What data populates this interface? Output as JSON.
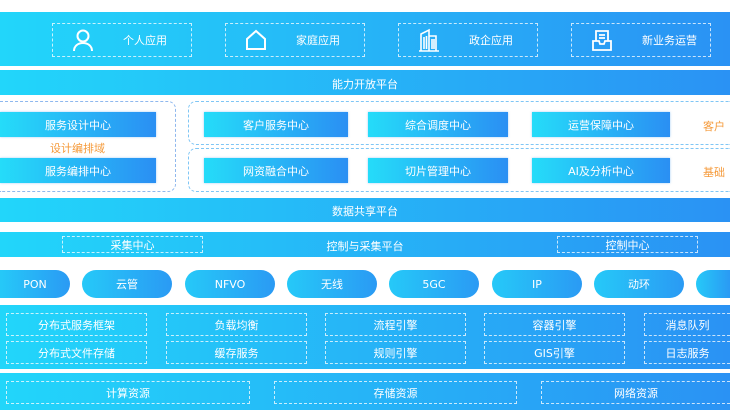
{
  "apps": [
    {
      "label": "个人应用",
      "icon": "person-icon"
    },
    {
      "label": "家庭应用",
      "icon": "house-icon"
    },
    {
      "label": "政企应用",
      "icon": "building-icon"
    },
    {
      "label": "新业务运营",
      "icon": "inbox-icon"
    }
  ],
  "capability_platform": "能力开放平台",
  "design_domain": {
    "label": "设计编排域",
    "buttons": [
      "服务设计中心",
      "服务编排中心"
    ]
  },
  "customer_domain": {
    "label": "客户",
    "buttons": [
      "客户服务中心",
      "综合调度中心",
      "运营保障中心"
    ]
  },
  "base_domain": {
    "label": "基础",
    "buttons": [
      "网资融合中心",
      "切片管理中心",
      "AI及分析中心"
    ]
  },
  "data_platform": "数据共享平台",
  "control_platform": {
    "title": "控制与采集平台",
    "left": "采集中心",
    "right": "控制中心"
  },
  "networks": [
    "PON",
    "云管",
    "NFVO",
    "无线",
    "5GC",
    "IP",
    "动环",
    ""
  ],
  "services": [
    [
      "分布式服务框架",
      "负载均衡",
      "流程引擎",
      "容器引擎",
      "消息队列"
    ],
    [
      "分布式文件存储",
      "缓存服务",
      "规则引擎",
      "GIS引擎",
      "日志服务"
    ]
  ],
  "resources": [
    "计算资源",
    "存储资源",
    "网络资源"
  ],
  "colors": {
    "gradient_start": "#22d6fa",
    "gradient_end": "#2a92f4",
    "accent_orange": "#f59a3a"
  }
}
